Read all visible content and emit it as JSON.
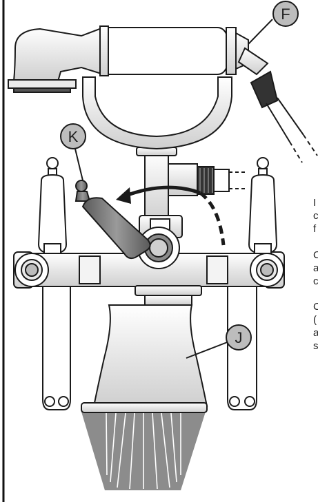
{
  "callouts": {
    "F": "F",
    "K": "K",
    "J": "J"
  },
  "side_text_fragments": [
    "I",
    "c",
    "f",
    "C",
    "a",
    "c",
    "C",
    "(",
    "a",
    "s"
  ],
  "colors": {
    "callout_fill": "#bdbdbd",
    "chrome_body": "#e9e9e9",
    "porcelain_handle": "#ffffff",
    "water_spray": "#8a8a8a",
    "lever_dark": "#7a7a7a",
    "outline": "#1a1a1a"
  },
  "icons": {
    "diverter_arrow": "curved-arrow-icon",
    "spray": "water-stream-icon"
  }
}
